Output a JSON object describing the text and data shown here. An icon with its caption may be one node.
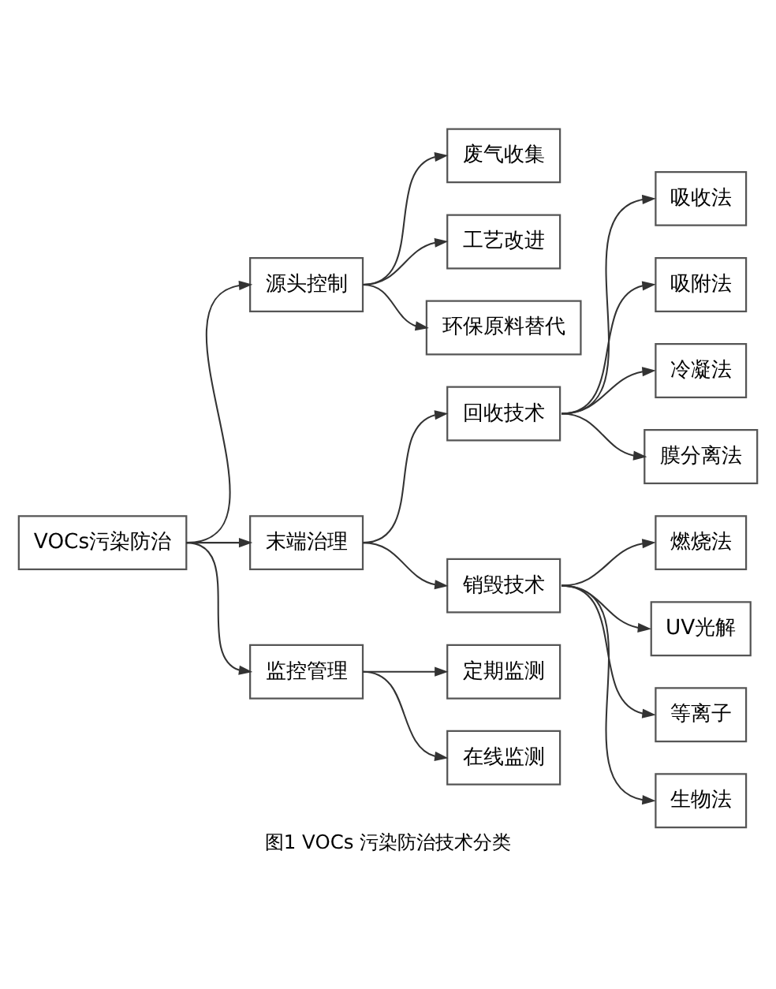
{
  "diagram": {
    "caption": "图1 VOCs 污染防治技术分类",
    "nodes": [
      {
        "text": [
          "VOCs污染防治"
        ]
      },
      {
        "text": [
          "源头控制"
        ]
      },
      {
        "text": [
          "废气收集"
        ]
      },
      {
        "text": [
          "工艺改进"
        ]
      },
      {
        "text": [
          "环保原料替代"
        ]
      },
      {
        "text": [
          "末端治理"
        ]
      },
      {
        "text": [
          "回收技术"
        ]
      },
      {
        "text": [
          "吸收法"
        ]
      },
      {
        "text": [
          "吸附法"
        ]
      },
      {
        "text": [
          "冷凝法"
        ]
      },
      {
        "text": [
          "膜分离法"
        ]
      },
      {
        "text": [
          "销毁技术"
        ]
      },
      {
        "text": [
          "燃烧法"
        ]
      },
      {
        "text": [
          "UV光解"
        ]
      },
      {
        "text": [
          "等离子"
        ]
      },
      {
        "text": [
          "生物法"
        ]
      },
      {
        "text": [
          "监控管理"
        ]
      },
      {
        "text": [
          "定期监测"
        ]
      },
      {
        "text": [
          "在线监测"
        ]
      }
    ],
    "edges": [
      {
        "from": 0,
        "to": 1,
        "arrow": "to"
      },
      {
        "from": 1,
        "to": 2,
        "arrow": "to"
      },
      {
        "from": 1,
        "to": 3,
        "arrow": "to"
      },
      {
        "from": 1,
        "to": 4,
        "arrow": "to"
      },
      {
        "from": 0,
        "to": 5,
        "arrow": "to"
      },
      {
        "from": 5,
        "to": 6,
        "arrow": "to"
      },
      {
        "from": 6,
        "to": 7,
        "arrow": "to"
      },
      {
        "from": 6,
        "to": 8,
        "arrow": "to"
      },
      {
        "from": 6,
        "to": 9,
        "arrow": "to"
      },
      {
        "from": 6,
        "to": 10,
        "arrow": "to"
      },
      {
        "from": 5,
        "to": 11,
        "arrow": "to"
      },
      {
        "from": 11,
        "to": 12,
        "arrow": "to"
      },
      {
        "from": 11,
        "to": 13,
        "arrow": "to"
      },
      {
        "from": 11,
        "to": 14,
        "arrow": "to"
      },
      {
        "from": 11,
        "to": 15,
        "arrow": "to"
      },
      {
        "from": 0,
        "to": 16,
        "arrow": "to"
      },
      {
        "from": 16,
        "to": 17,
        "arrow": "to"
      },
      {
        "from": 16,
        "to": 18,
        "arrow": "to"
      }
    ]
  }
}
